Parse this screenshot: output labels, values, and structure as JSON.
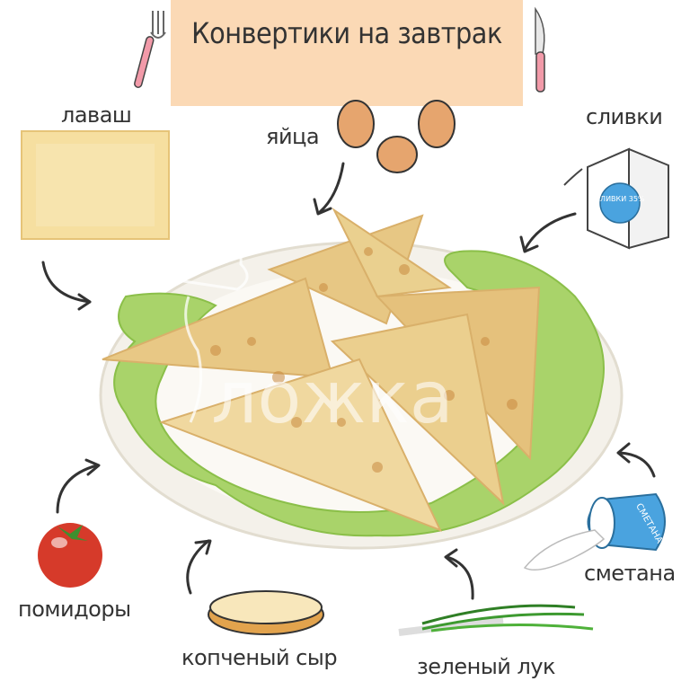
{
  "title": "Конвертики на завтрак",
  "ingredients": {
    "lavash": "лаваш",
    "eggs": "яйца",
    "cream": "сливки",
    "tomatoes": "помидоры",
    "cheese": "копченый сыр",
    "onion": "зеленый лук",
    "sour_cream": "сметана"
  },
  "packaging": {
    "cream_pack": "СЛИВКИ 35%",
    "sour_cream_cup": "СМЕТАНА"
  },
  "watermark": "ложка",
  "colors": {
    "banner": "#fbd9b5",
    "text": "#333333",
    "lettuce": "#a9d36a",
    "pastry": "#e7c784"
  }
}
